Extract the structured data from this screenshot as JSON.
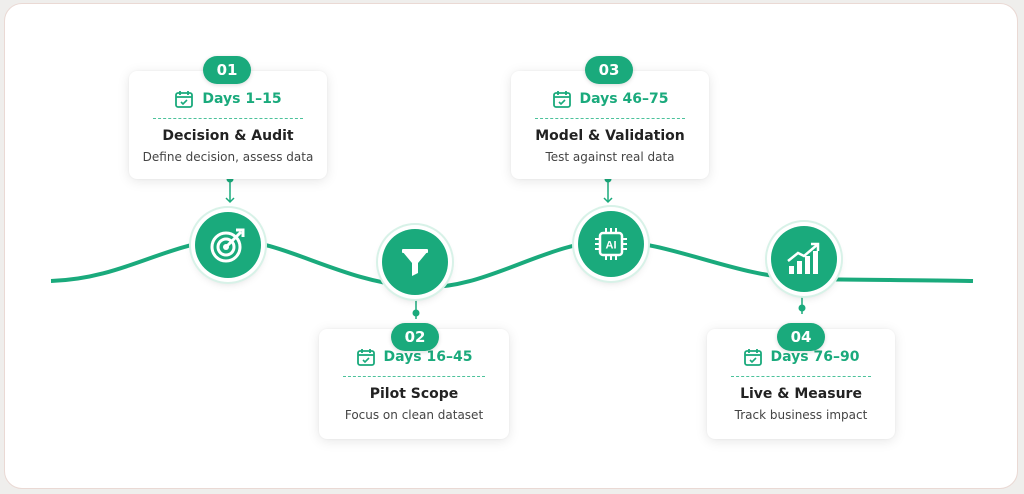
{
  "colors": {
    "accent": "#1aaa7c",
    "background": "#ffffff"
  },
  "steps": [
    {
      "number": "01",
      "days": "Days 1–15",
      "title": "Decision & Audit",
      "description": "Define decision, assess data",
      "icon": "target-icon"
    },
    {
      "number": "02",
      "days": "Days 16–45",
      "title": "Pilot Scope",
      "description": "Focus on clean dataset",
      "icon": "funnel-icon"
    },
    {
      "number": "03",
      "days": "Days 46–75",
      "title": "Model & Validation",
      "description": "Test against real data",
      "icon": "ai-chip-icon"
    },
    {
      "number": "04",
      "days": "Days 76–90",
      "title": "Live & Measure",
      "description": "Track business impact",
      "icon": "growth-chart-icon"
    }
  ],
  "ai_chip_label": "AI"
}
